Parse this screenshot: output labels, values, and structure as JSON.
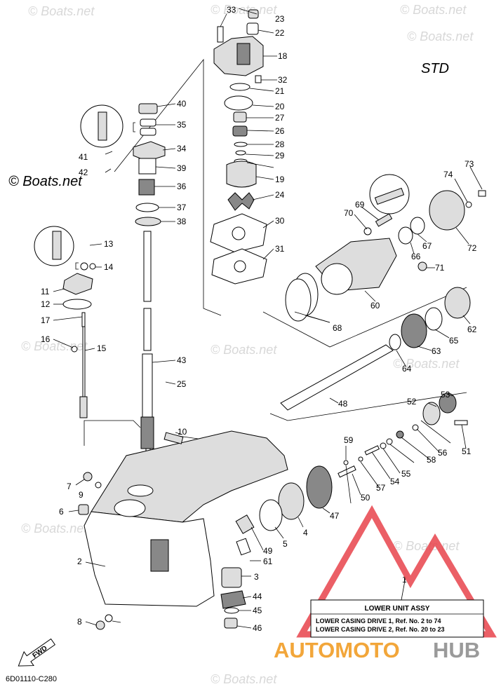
{
  "diagram": {
    "std_label": "STD",
    "drawing_code": "6D01110-C280",
    "watermark_text": "© Boats.net",
    "fwd_label": "FWD",
    "callouts": [
      "1",
      "2",
      "3",
      "4",
      "5",
      "6",
      "7",
      "8",
      "9",
      "10",
      "11",
      "12",
      "13",
      "14",
      "15",
      "16",
      "17",
      "18",
      "19",
      "20",
      "21",
      "22",
      "23",
      "24",
      "25",
      "26",
      "27",
      "28",
      "29",
      "30",
      "31",
      "32",
      "33",
      "34",
      "35",
      "36",
      "37",
      "38",
      "39",
      "40",
      "41",
      "42",
      "43",
      "44",
      "45",
      "46",
      "47",
      "48",
      "49",
      "50",
      "51",
      "52",
      "53",
      "54",
      "55",
      "56",
      "57",
      "58",
      "59",
      "60",
      "61",
      "62",
      "63",
      "64",
      "65",
      "66",
      "67",
      "68",
      "69",
      "70",
      "71",
      "72",
      "73",
      "74"
    ],
    "legend": {
      "title": "LOWER UNIT ASSY",
      "line1": "LOWER CASING DRIVE 1,  Ref. No. 2 to 74",
      "line2": "LOWER CASING DRIVE 2,  Ref. No. 20 to 23"
    },
    "logo": {
      "part1": "AUTOMOTO",
      "part2": "HUB",
      "color1": "#f2a63a",
      "color2": "#9a9a9a",
      "mark_color": "#e8434b"
    }
  }
}
